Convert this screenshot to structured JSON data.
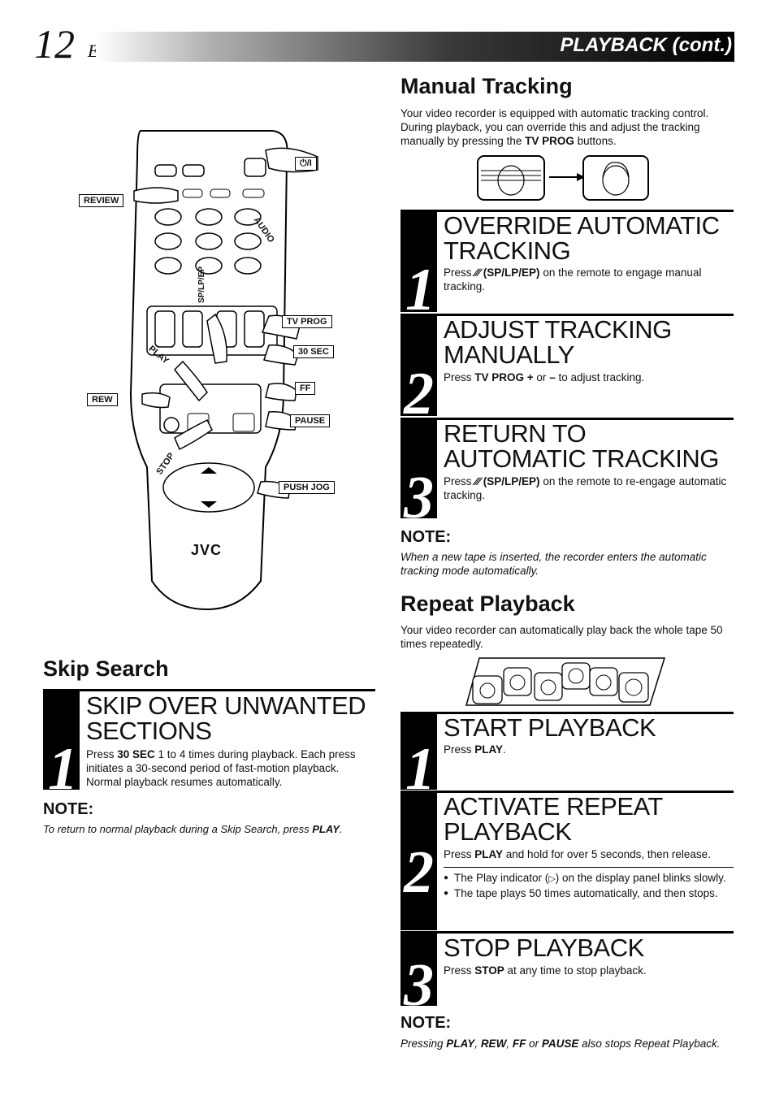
{
  "header": {
    "page_number": "12",
    "language": "EN",
    "section_title": "PLAYBACK (cont.)"
  },
  "manual_tracking": {
    "heading": "Manual Tracking",
    "intro_1": "Your video recorder is equipped with automatic tracking control. During playback, you can override this and adjust the tracking manually by pressing the ",
    "intro_key": "TV PROG",
    "intro_2": " buttons.",
    "steps": [
      {
        "num": "1",
        "title": "OVERRIDE AUTOMATIC TRACKING",
        "t1": "Press ",
        "key": "(SP/LP/EP)",
        "t2": " on the remote to engage manual tracking."
      },
      {
        "num": "2",
        "title": "ADJUST TRACKING MANUALLY",
        "t1": "Press ",
        "key": "TV PROG +",
        "t2": " or ",
        "key2": "–",
        "t3": " to adjust tracking."
      },
      {
        "num": "3",
        "title": "RETURN TO AUTOMATIC TRACKING",
        "t1": "Press ",
        "key": "(SP/LP/EP)",
        "t2": " on the remote to re-engage automatic tracking."
      }
    ],
    "note_heading": "NOTE:",
    "note_text": "When a new tape is inserted, the recorder enters the automatic tracking mode automatically."
  },
  "repeat_playback": {
    "heading": "Repeat Playback",
    "intro": "Your video recorder can automatically play back the whole tape 50 times repeatedly.",
    "steps": [
      {
        "num": "1",
        "title": "START PLAYBACK",
        "t1": "Press ",
        "key": "PLAY",
        "t2": "."
      },
      {
        "num": "2",
        "title": "ACTIVATE REPEAT PLAYBACK",
        "t1": "Press ",
        "key": "PLAY",
        "t2": " and hold for over 5 seconds, then release.",
        "bullet_1a": "The Play indicator (",
        "bullet_1b": ") on the display panel blinks slowly.",
        "bullet_2": "The tape plays 50 times automatically, and then stops."
      },
      {
        "num": "3",
        "title": "STOP PLAYBACK",
        "t1": "Press ",
        "key": "STOP",
        "t2": " at any time to stop playback."
      }
    ],
    "note_heading": "NOTE:",
    "note_1": "Pressing ",
    "note_k1": "PLAY",
    "note_2": ", ",
    "note_k2": "REW",
    "note_3": ", ",
    "note_k3": "FF",
    "note_4": " or ",
    "note_k4": "PAUSE",
    "note_5": " also stops Repeat Playback."
  },
  "skip_search": {
    "heading": "Skip Search",
    "step": {
      "num": "1",
      "title": "SKIP OVER UNWANTED SECTIONS",
      "t1": "Press ",
      "key": "30 SEC",
      "t2": " 1 to 4 times during playback. Each press initiates a 30-second period of fast-motion playback. Normal playback resumes automatically."
    },
    "note_heading": "NOTE:",
    "note_1": "To return to normal playback during a Skip Search, press ",
    "note_key": "PLAY",
    "note_2": "."
  },
  "remote": {
    "brand": "JVC",
    "callouts": {
      "power": "⏻/I",
      "review": "REVIEW",
      "audio": "AUDIO",
      "sp_lp_ep": "SP/LP/EP",
      "tv_prog": "TV PROG",
      "thirty_sec": "30 SEC",
      "play": "PLAY",
      "rew": "REW",
      "ff": "FF",
      "pause": "PAUSE",
      "stop": "STOP",
      "push_jog": "PUSH JOG"
    }
  },
  "colors": {
    "text": "#111111",
    "block": "#000000",
    "bar_end": "#000000"
  }
}
